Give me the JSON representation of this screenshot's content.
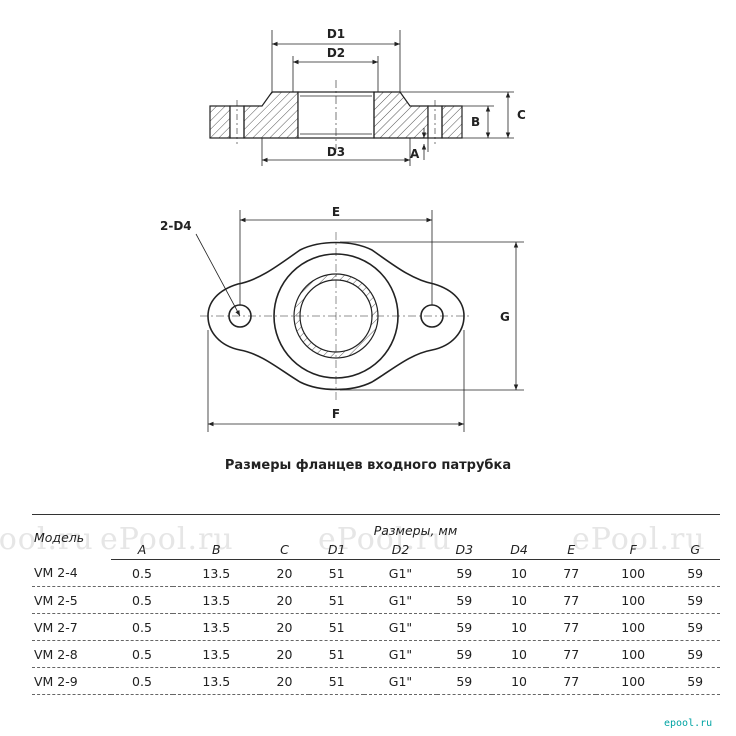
{
  "drawing": {
    "labels": {
      "d1": "D1",
      "d2": "D2",
      "d3": "D3",
      "b": "B",
      "c": "C",
      "a": "A",
      "e": "E",
      "f": "F",
      "g": "G",
      "d4": "2-D4"
    },
    "colors": {
      "line": "#222222",
      "hatch": "#555555",
      "fill": "#ffffff"
    }
  },
  "caption": "Размеры фланцев входного патрубка",
  "watermark": "ePool.ru",
  "brand": "epool.ru",
  "table": {
    "model_header": "Модель",
    "group_header": "Размеры, мм",
    "columns": [
      "A",
      "B",
      "C",
      "D1",
      "D2",
      "D3",
      "D4",
      "E",
      "F",
      "G"
    ],
    "rows": [
      {
        "model": "VM 2-4",
        "values": [
          "0.5",
          "13.5",
          "20",
          "51",
          "G1\"",
          "59",
          "10",
          "77",
          "100",
          "59"
        ]
      },
      {
        "model": "VM 2-5",
        "values": [
          "0.5",
          "13.5",
          "20",
          "51",
          "G1\"",
          "59",
          "10",
          "77",
          "100",
          "59"
        ]
      },
      {
        "model": "VM 2-7",
        "values": [
          "0.5",
          "13.5",
          "20",
          "51",
          "G1\"",
          "59",
          "10",
          "77",
          "100",
          "59"
        ]
      },
      {
        "model": "VM 2-8",
        "values": [
          "0.5",
          "13.5",
          "20",
          "51",
          "G1\"",
          "59",
          "10",
          "77",
          "100",
          "59"
        ]
      },
      {
        "model": "VM 2-9",
        "values": [
          "0.5",
          "13.5",
          "20",
          "51",
          "G1\"",
          "59",
          "10",
          "77",
          "100",
          "59"
        ]
      }
    ]
  }
}
